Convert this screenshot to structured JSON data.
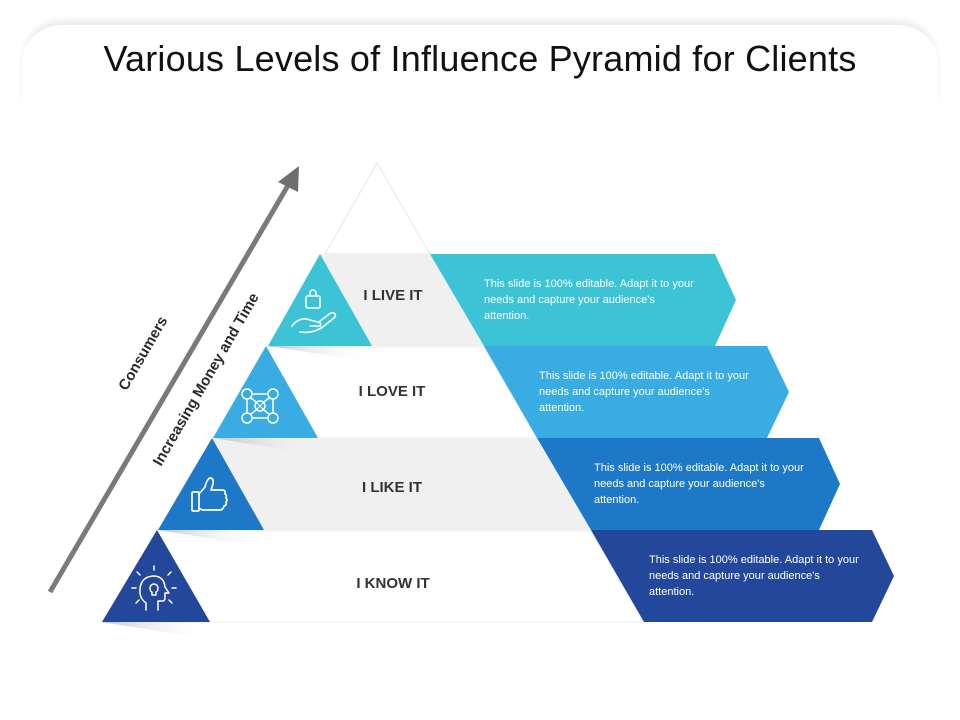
{
  "title": "Various Levels of Influence Pyramid for Clients",
  "axis": {
    "outer_label": "Consumers",
    "inner_label": "Increasing Money and Time"
  },
  "levels": [
    {
      "label": "I LIVE IT",
      "description": "This slide is 100% editable. Adapt it to your needs and capture your audience's attention.",
      "icon": "hand-holding-bag-icon",
      "color": "#3cc3d6"
    },
    {
      "label": "I LOVE IT",
      "description": "This slide is 100% editable. Adapt it to your needs and capture your audience's attention.",
      "icon": "network-nodes-icon",
      "color": "#38ace3"
    },
    {
      "label": "I LIKE IT",
      "description": "This slide is 100% editable. Adapt it to your needs and capture your audience's attention.",
      "icon": "thumbs-up-icon",
      "color": "#1e78c8"
    },
    {
      "label": "I KNOW IT",
      "description": "This slide is 100% editable. Adapt it to your needs and capture your audience's attention.",
      "icon": "head-idea-icon",
      "color": "#23479b"
    }
  ],
  "colors": {
    "band_fill": "#f0f0f0",
    "arrow": "#7a7a7a"
  }
}
